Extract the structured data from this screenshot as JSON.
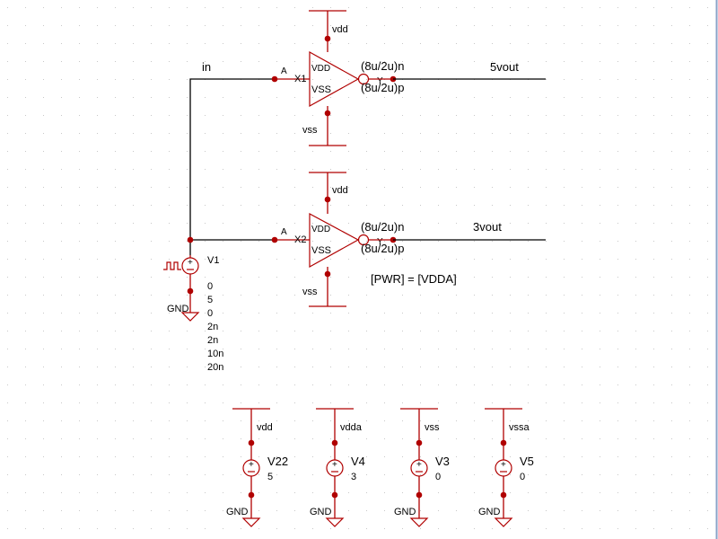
{
  "nets": {
    "in": "in",
    "out_top": "5vout",
    "out_bottom": "3vout"
  },
  "gate_x1": {
    "ref": "X1",
    "input_pin": "A",
    "output_pin": "Y",
    "vdd_pin": "VDD",
    "vss_pin": "VSS",
    "vdd_net": "vdd",
    "vss_net": "vss",
    "n_size": "(8u/2u)n",
    "p_size": "(8u/2u)p"
  },
  "gate_x2": {
    "ref": "X2",
    "input_pin": "A",
    "output_pin": "Y",
    "vdd_pin": "VDD",
    "vss_pin": "VSS",
    "vdd_net": "vdd",
    "vss_net": "vss",
    "n_size": "(8u/2u)n",
    "p_size": "(8u/2u)p"
  },
  "pwr_annotation": "[PWR] = [VDDA]",
  "v1": {
    "ref": "V1",
    "ground": "GND",
    "params": [
      "0",
      "5",
      "0",
      "2n",
      "2n",
      "10n",
      "20n"
    ]
  },
  "supplies": [
    {
      "ref": "V22",
      "net": "vdd",
      "value": "5",
      "ground": "GND"
    },
    {
      "ref": "V4",
      "net": "vdda",
      "value": "3",
      "ground": "GND"
    },
    {
      "ref": "V3",
      "net": "vss",
      "value": "0",
      "ground": "GND"
    },
    {
      "ref": "V5",
      "net": "vssa",
      "value": "0",
      "ground": "GND"
    }
  ],
  "colors": {
    "wire": "#000000",
    "component": "#b00000",
    "grid": "#c8c8c8",
    "background": "#ffffff"
  }
}
